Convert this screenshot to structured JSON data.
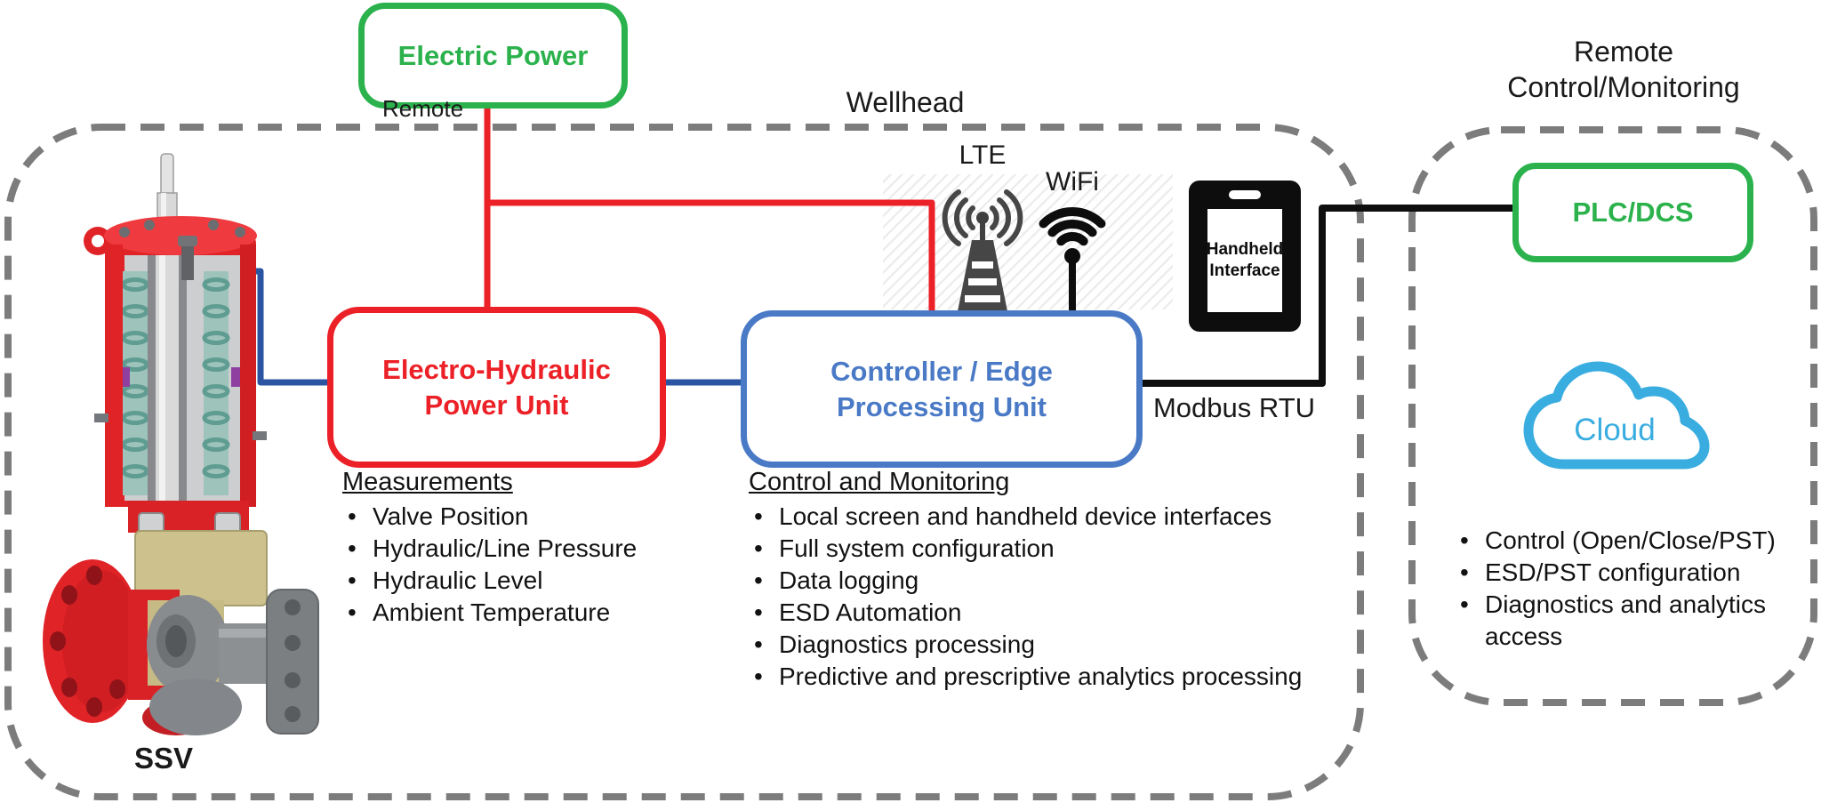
{
  "electric_power": {
    "label": "Electric Power"
  },
  "remote_feed_label": "Remote",
  "wellhead": {
    "title": "Wellhead",
    "ssv_label": "SSV",
    "ehpu": {
      "title_line1": "Electro-Hydraulic",
      "title_line2": "Power Unit"
    },
    "controller": {
      "title_line1": "Controller / Edge",
      "title_line2": "Processing Unit"
    },
    "lte_label": "LTE",
    "wifi_label": "WiFi",
    "handheld": {
      "line1": "Handheld",
      "line2": "Interface"
    },
    "modbus_label": "Modbus RTU",
    "measurements": {
      "heading": "Measurements",
      "items": [
        "Valve Position",
        "Hydraulic/Line Pressure",
        "Hydraulic Level",
        "Ambient Temperature"
      ]
    },
    "control_monitoring": {
      "heading": "Control and Monitoring",
      "items": [
        "Local screen and handheld device interfaces",
        "Full system configuration",
        "Data logging",
        "ESD Automation",
        "Diagnostics processing",
        "Predictive and prescriptive analytics processing"
      ]
    }
  },
  "remote_zone": {
    "title_line1": "Remote",
    "title_line2": "Control/Monitoring",
    "plc": {
      "label": "PLC/DCS"
    },
    "cloud_label": "Cloud",
    "items": [
      "Control (Open/Close/PST)",
      "ESD/PST configuration",
      "Diagnostics and analytics access"
    ]
  },
  "colors": {
    "green": "#2bb24c",
    "red": "#ec2027",
    "controller_blue": "#4a7ac6",
    "connector_navy": "#2b55a3",
    "cloud_blue": "#3aade0",
    "boundary_gray": "#7c7c7c",
    "line_black": "#0f0f0f"
  }
}
